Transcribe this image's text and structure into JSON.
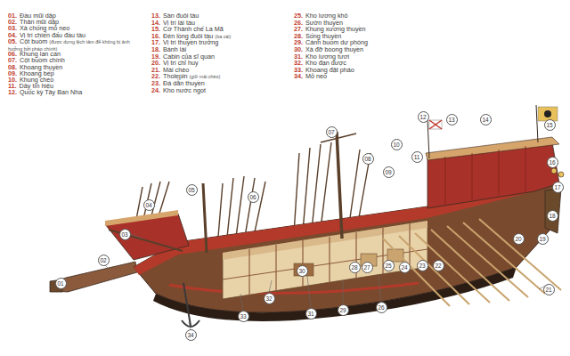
{
  "diagram": {
    "nodes": [
      {
        "text": [
          "01"
        ]
      },
      {
        "text": [
          "02"
        ]
      },
      {
        "text": [
          "03"
        ]
      },
      {
        "text": [
          "04"
        ]
      },
      {
        "text": [
          "05"
        ]
      },
      {
        "text": [
          "06"
        ]
      },
      {
        "text": [
          "07"
        ]
      },
      {
        "text": [
          "08"
        ]
      },
      {
        "text": [
          "09"
        ]
      },
      {
        "text": [
          "10"
        ]
      },
      {
        "text": [
          "11"
        ]
      },
      {
        "text": [
          "12"
        ]
      },
      {
        "text": [
          "13"
        ]
      },
      {
        "text": [
          "14"
        ]
      },
      {
        "text": [
          "15"
        ]
      },
      {
        "text": [
          "16"
        ]
      },
      {
        "text": [
          "17"
        ]
      },
      {
        "text": [
          "18"
        ]
      },
      {
        "text": [
          "19"
        ]
      },
      {
        "text": [
          "20"
        ]
      },
      {
        "text": [
          "21"
        ]
      },
      {
        "text": [
          "22"
        ]
      },
      {
        "text": [
          "23"
        ]
      },
      {
        "text": [
          "24"
        ]
      },
      {
        "text": [
          "25"
        ]
      },
      {
        "text": [
          "26"
        ]
      },
      {
        "text": [
          "27"
        ]
      },
      {
        "text": [
          "28"
        ]
      },
      {
        "text": [
          "29"
        ]
      },
      {
        "text": [
          "30"
        ]
      },
      {
        "text": [
          "31"
        ]
      },
      {
        "text": [
          "32"
        ]
      },
      {
        "text": [
          "33"
        ]
      },
      {
        "text": [
          "34"
        ]
      }
    ],
    "labels": [
      "01.",
      "Đầu mũi dập",
      "02.",
      "Thân mũi dập",
      "03.",
      "Xà chống mỏ neo",
      "04.",
      "Vị trí chiến đấu đầu tàu",
      "05.",
      "Cột buồm",
      "(được dựng lệch tâm để không bị ảnh hưởng bởi pháo chính)",
      "06.",
      "Khung lan can",
      "07.",
      "Cột buồm chính",
      "08.",
      "Khoang thuyền",
      "09.",
      "Khoang bếp",
      "10.",
      "Khung chèo",
      "11.",
      "Dây tín hiệu",
      "12.",
      "Quốc kỳ Tây Ban Nha",
      "13.",
      "Sàn đuôi tàu",
      "14.",
      "Vị trí lái tàu",
      "15.",
      "Cờ Thánh chế La Mã",
      "16.",
      "Đèn lồng đuôi tàu",
      "(ba cái)",
      "17.",
      "Vị trí thuyền trưởng",
      "18.",
      "Bánh lái",
      "19.",
      "Cabin của sĩ quan",
      "20.",
      "Vị trí chỉ huy",
      "21.",
      "Mái chèo",
      "22.",
      "Tholepin",
      "(giữ mái chèo)",
      "23.",
      "Đá dằn thuyền",
      "24.",
      "Kho nước ngọt",
      "25.",
      "Kho lương khô",
      "26.",
      "Sườn thuyền",
      "27.",
      "Khung xương thuyền",
      "28.",
      "Sống thuyền",
      "29.",
      "Cánh buồm dự phòng",
      "30.",
      "Xà đỡ boong thuyền",
      "31.",
      "Kho lương tươi",
      "32.",
      "Kho đạn dược",
      "33.",
      "Khoang đặt pháo",
      "34.",
      "Mỏ neo"
    ]
  }
}
